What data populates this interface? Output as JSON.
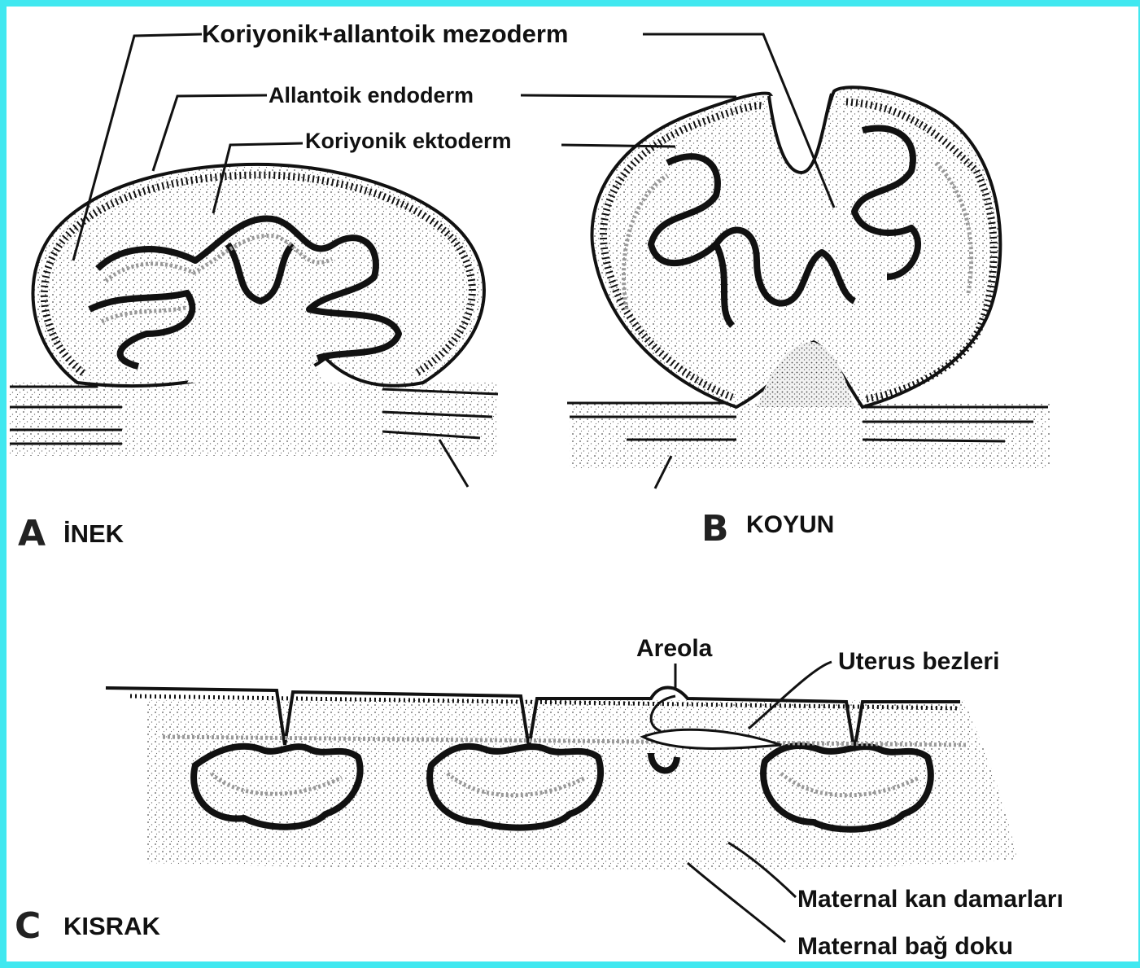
{
  "diagram": {
    "labels": {
      "chorionic_allantoic_mesoderm": "Koriyonik+allantoik mezoderm",
      "allantoic_endoderm": "Allantoik endoderm",
      "chorionic_ectoderm": "Koriyonik ektoderm",
      "areola": "Areola",
      "uterine_glands": "Uterus bezleri",
      "maternal_blood_vessels": "Maternal kan damarları",
      "maternal_connective_tissue": "Maternal bağ doku"
    },
    "panels": [
      {
        "letter": "A",
        "name": "İNEK"
      },
      {
        "letter": "B",
        "name": "KOYUN"
      },
      {
        "letter": "C",
        "name": "KISRAK"
      }
    ]
  },
  "colors": {
    "frame_border": "#40e8f0",
    "outer_background": "#2a2a8a",
    "ink": "#111111",
    "tissue_fill": "#f4f4f4"
  }
}
